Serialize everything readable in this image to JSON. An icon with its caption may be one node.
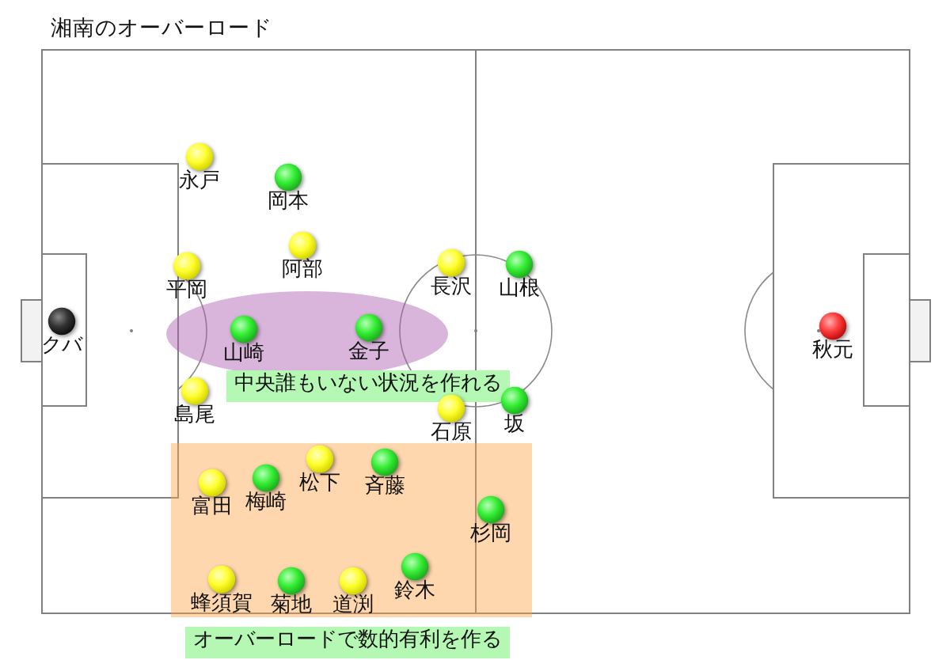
{
  "diagram": {
    "title": "湘南のオーバーロード",
    "nodes": [
      {
        "text": [
          "永戸"
        ]
      },
      {
        "text": [
          "岡本"
        ]
      },
      {
        "text": [
          "阿部"
        ]
      },
      {
        "text": [
          "平岡"
        ]
      },
      {
        "text": [
          "長沢"
        ]
      },
      {
        "text": [
          "山根"
        ]
      },
      {
        "text": [],
        "shape": "ellipse"
      },
      {
        "text": [
          "クバ"
        ]
      },
      {
        "text": [
          "山崎"
        ],
        "in": 6
      },
      {
        "text": [
          "金子"
        ],
        "in": 6
      },
      {
        "text": [
          "秋元"
        ]
      },
      {
        "text": [
          "中央誰もいない状況を作れる"
        ]
      },
      {
        "text": [
          "島尾"
        ]
      },
      {
        "text": [
          "石原"
        ]
      },
      {
        "text": [
          "坂"
        ]
      },
      {
        "text": [],
        "shape": "box"
      },
      {
        "text": [
          "松下"
        ],
        "in": 15
      },
      {
        "text": [
          "斉藤"
        ],
        "in": 15
      },
      {
        "text": [
          "富田"
        ],
        "in": 15
      },
      {
        "text": [
          "梅崎"
        ],
        "in": 15
      },
      {
        "text": [
          "杉岡"
        ],
        "in": 15
      },
      {
        "text": [
          "鈴木"
        ],
        "in": 15
      },
      {
        "text": [
          "蜂須賀"
        ],
        "in": 15
      },
      {
        "text": [
          "菊地"
        ],
        "in": 15
      },
      {
        "text": [
          "道渕"
        ],
        "in": 15
      },
      {
        "text": [
          "オーバーロードで数的有利を作る"
        ]
      }
    ],
    "edges": []
  }
}
